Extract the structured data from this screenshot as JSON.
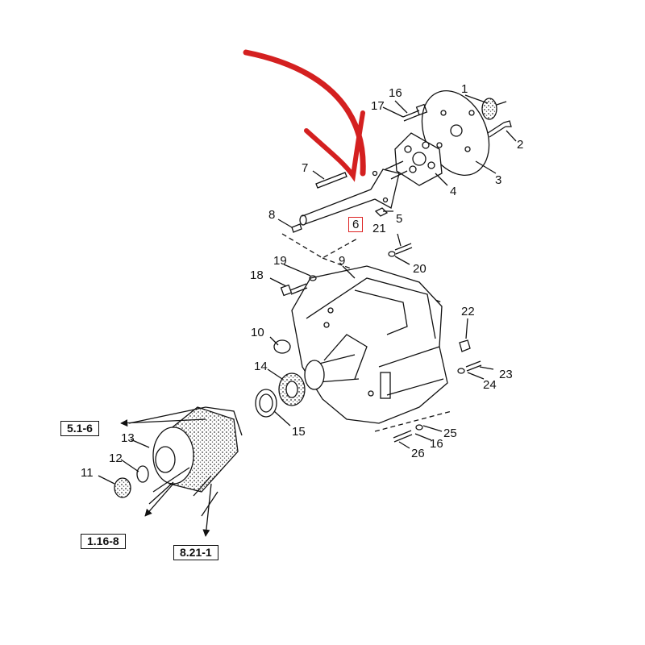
{
  "diagram": {
    "highlight_color": "#d42020",
    "highlighted_part": "6",
    "part_numbers": [
      "1",
      "2",
      "3",
      "4",
      "5",
      "7",
      "8",
      "9",
      "10",
      "11",
      "12",
      "13",
      "14",
      "15",
      "16",
      "16",
      "17",
      "18",
      "19",
      "20",
      "21",
      "22",
      "23",
      "24",
      "25",
      "26"
    ],
    "references": [
      "5.1-6",
      "1.16-8",
      "8.21-1"
    ]
  }
}
